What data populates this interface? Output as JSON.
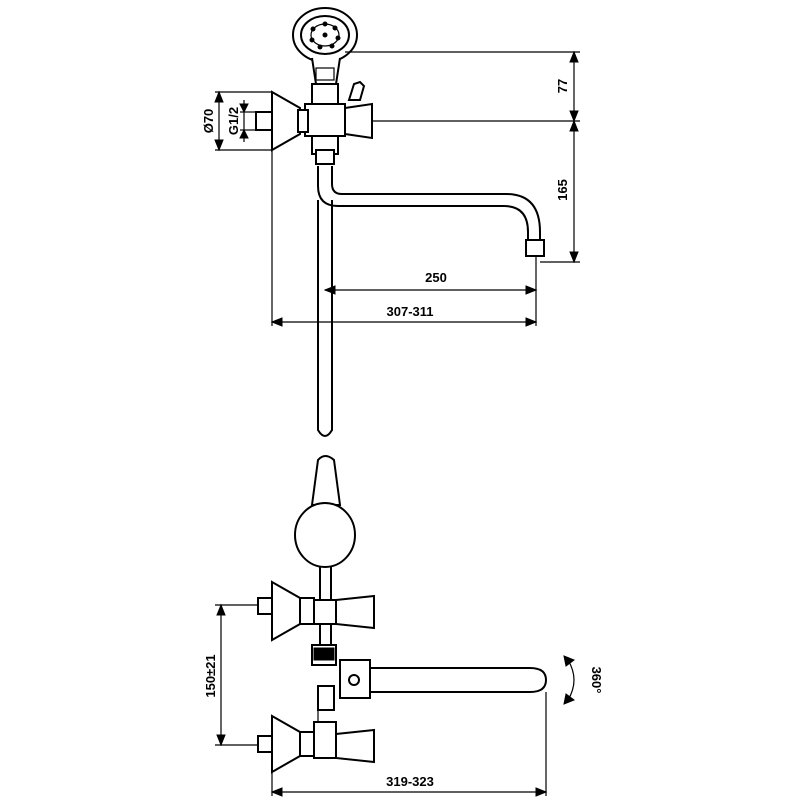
{
  "dimensions": {
    "height_top": "77",
    "height_spout": "165",
    "spout_reach": "250",
    "overall_reach_top": "307-311",
    "flange_diameter": "Ø70",
    "thread": "G1/2",
    "inlet_spacing": "150±21",
    "overall_reach_bottom": "319-323",
    "rotation": "360°"
  }
}
